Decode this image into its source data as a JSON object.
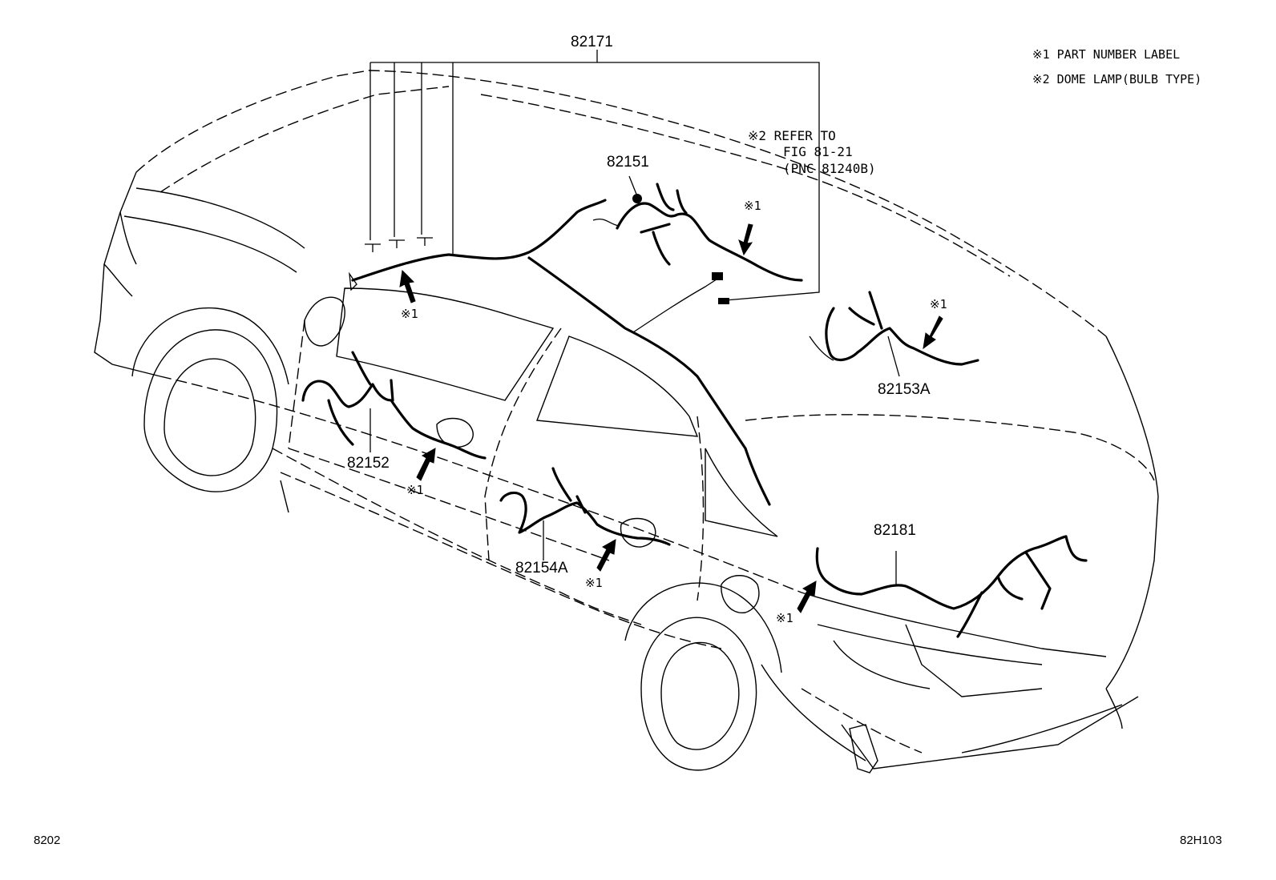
{
  "legend": {
    "note1": "※1 PART NUMBER LABEL",
    "note2": "※2 DOME LAMP(BULB TYPE)"
  },
  "refer": {
    "line1": "※2  REFER TO",
    "line2": "FIG 81-21",
    "line3": "(PNC 81240B)"
  },
  "parts": {
    "p82171": "82171",
    "p82151": "82151",
    "p82152": "82152",
    "p82153a": "82153A",
    "p82154a": "82154A",
    "p82181": "82181"
  },
  "marks": {
    "m1": "※1"
  },
  "footer": {
    "page_left": "8202",
    "page_right": "82H103"
  }
}
